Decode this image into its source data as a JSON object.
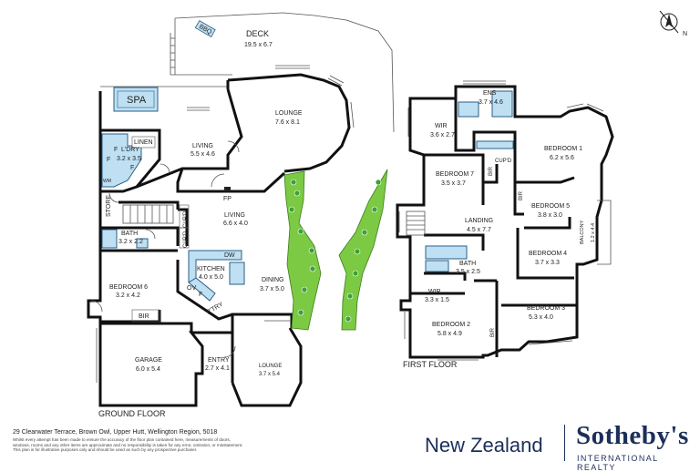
{
  "compass_label": "N",
  "ground_floor": {
    "label": "GROUND FLOOR",
    "rooms": {
      "deck": {
        "name": "DECK",
        "dims": "19.5 x 6.7"
      },
      "bbq": "BBQ",
      "spa": "SPA",
      "lounge_main": {
        "name": "LOUNGE",
        "dims": "7.6 x 8.1"
      },
      "living_upper": {
        "name": "LIVING",
        "dims": "5.5 x 4.6"
      },
      "linen": "LINEN",
      "ldry": {
        "name": "L'DRY",
        "dims": "3.2 x 3.5"
      },
      "f_marks": [
        "F",
        "F",
        "F"
      ],
      "wm": "WM",
      "store": "STORE",
      "fp": "FP",
      "living_main": {
        "name": "LIVING",
        "dims": "6.6 x 4.0"
      },
      "cupd_1": "CUP'D",
      "cupd_2": "CUP'D",
      "bath": {
        "name": "BATH",
        "dims": "3.2 x 2.2"
      },
      "kitchen": {
        "name": "KITCHEN",
        "dims": "4.0 x 5.0"
      },
      "dw": "DW",
      "ov": "OV",
      "f_kitchen": "F",
      "ptry": "P'TRY",
      "dining": {
        "name": "DINING",
        "dims": "3.7 x 5.0"
      },
      "bedroom6": {
        "name": "BEDROOM 6",
        "dims": "3.2 x 4.2"
      },
      "bir": "BIR",
      "garage": {
        "name": "GARAGE",
        "dims": "6.0 x 5.4"
      },
      "entry": {
        "name": "ENTRY",
        "dims": "2.7 x 4.1"
      },
      "lounge_small": {
        "name": "LOUNGE",
        "dims": "3.7 x 5.4"
      }
    }
  },
  "first_floor": {
    "label": "FIRST FLOOR",
    "rooms": {
      "ens": {
        "name": "ENS",
        "dims": "3.7 x 4.6"
      },
      "wir_top": {
        "name": "WIR",
        "dims": "3.6 x 2.7"
      },
      "bedroom1": {
        "name": "BEDROOM 1",
        "dims": "6.2 x 5.6"
      },
      "bedroom7": {
        "name": "BEDROOM 7",
        "dims": "3.5 x 3.7"
      },
      "bir_7": "BIR",
      "cupd": "CUP'D",
      "bir_5": "BIR",
      "bedroom5": {
        "name": "BEDROOM 5",
        "dims": "3.8 x 3.0"
      },
      "balcony": {
        "name": "BALCONY",
        "dims": "1.2 x 4.4"
      },
      "landing": {
        "name": "LANDING",
        "dims": "4.5 x 7.7"
      },
      "bedroom4": {
        "name": "BEDROOM 4",
        "dims": "3.7 x 3.3"
      },
      "bath": {
        "name": "BATH",
        "dims": "3.5 x 2.5"
      },
      "wir_low": {
        "name": "WIR",
        "dims": "3.3 x 1.5"
      },
      "bedroom3": {
        "name": "BEDROOM 3",
        "dims": "5.3 x 4.0"
      },
      "bedroom2": {
        "name": "BEDROOM 2",
        "dims": "5.8 x 4.9"
      },
      "bir_2": "BIR"
    }
  },
  "footer": {
    "address": "29 Clearwater Terrace, Brown Owl, Upper Hutt, Wellington Region, 5018",
    "disclaimer_1": "Whilst every attempt has been made to ensure the accuracy of the floor plan contained here, measurements of doors,",
    "disclaimer_2": "windows, rooms and any other items are approximate and no responsibility is taken for any error, omission, or misstatement.",
    "disclaimer_3": "This plan is for illustrative purposes only and should be used as such by any prospective purchaser."
  },
  "brand": {
    "region": "New Zealand",
    "name": "Sotheby's",
    "subtitle": "INTERNATIONAL REALTY",
    "color": "#1c2f5a"
  }
}
